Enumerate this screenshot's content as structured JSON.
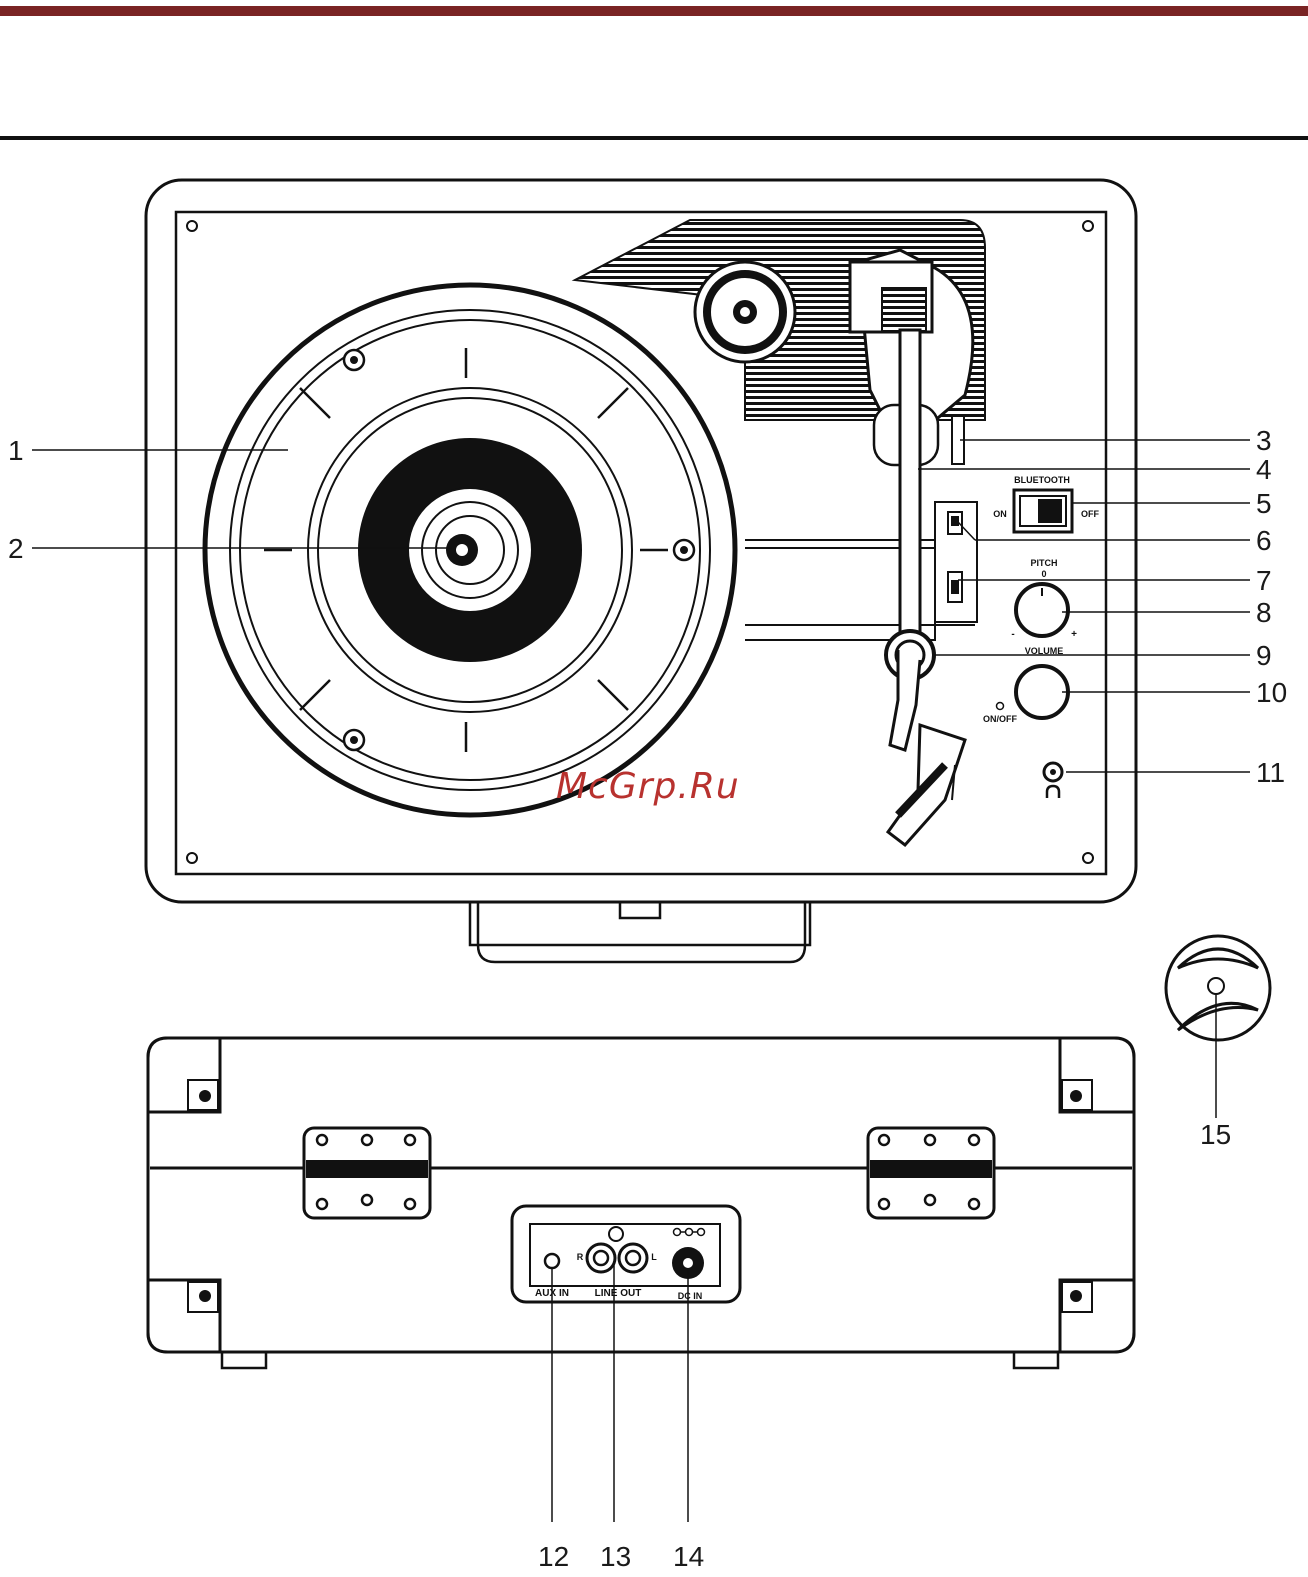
{
  "colors": {
    "top_rule": "#7a2424",
    "ink": "#111111",
    "watermark": "#b8322f"
  },
  "top_labels": [
    "BLUETOOTH",
    "ON",
    "OFF",
    "PITCH",
    "0",
    "-",
    "+",
    "VOLUME",
    "ON/OFF"
  ],
  "rear_labels": [
    "AUX IN",
    "R",
    "LINE OUT",
    "L",
    "DC IN"
  ],
  "callouts": [
    "1",
    "2",
    "3",
    "4",
    "5",
    "6",
    "7",
    "8",
    "9",
    "10",
    "11",
    "12",
    "13",
    "14",
    "15"
  ],
  "watermark": "McGrp.Ru"
}
